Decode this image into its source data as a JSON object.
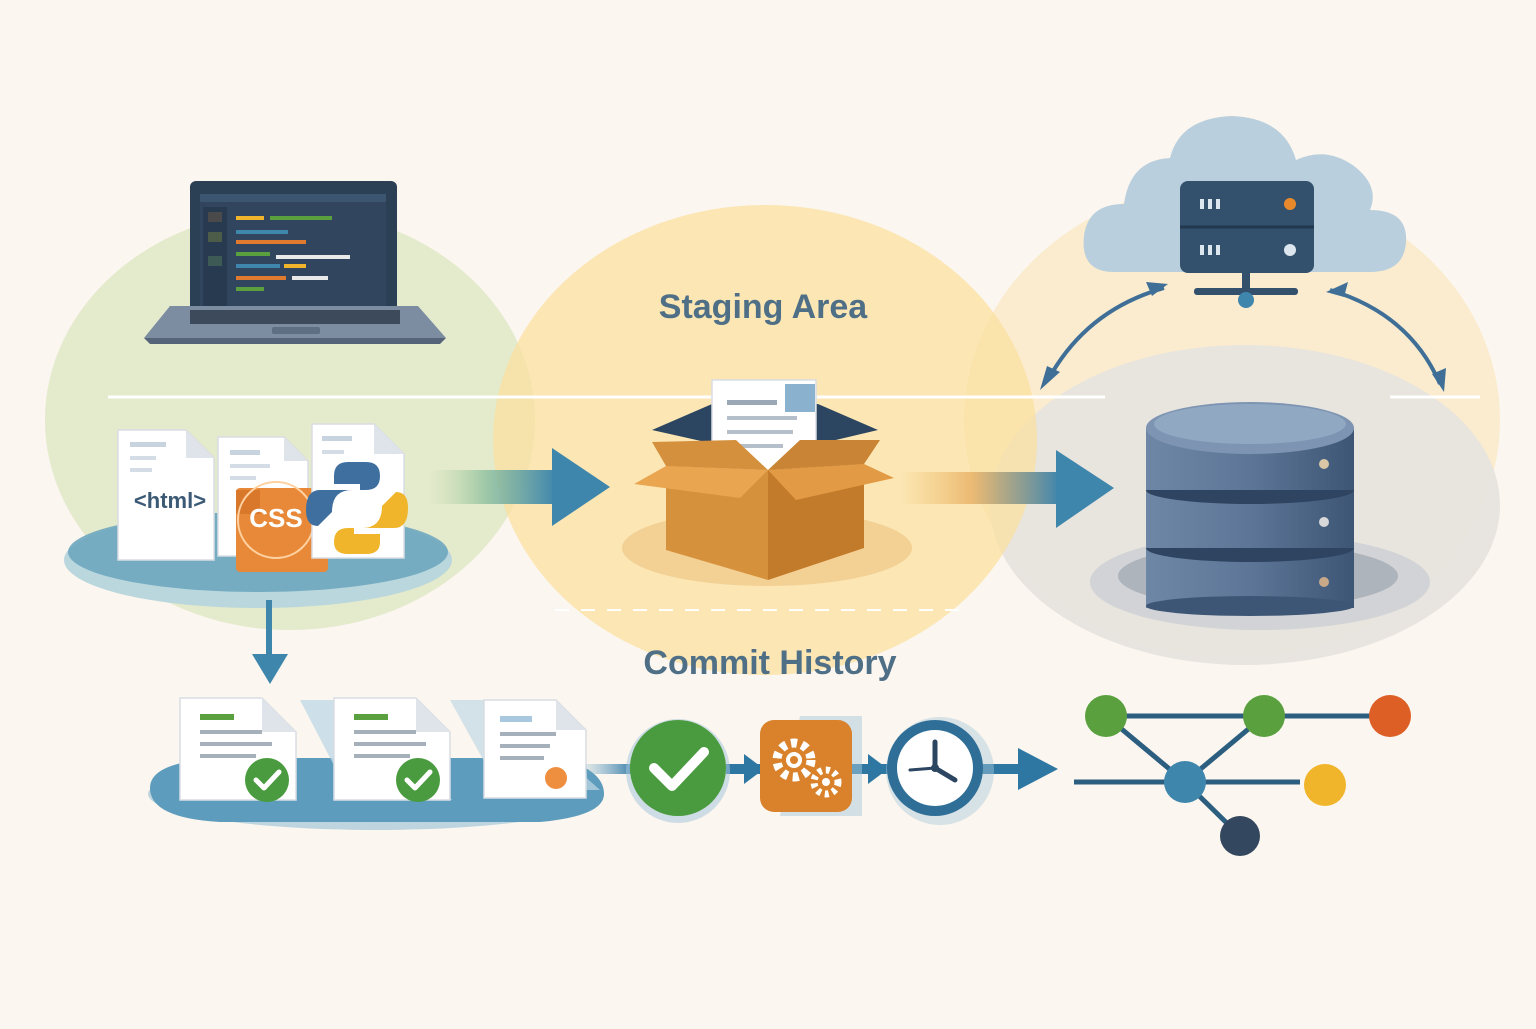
{
  "diagram": {
    "staging_label": "Staging Area",
    "commit_label": "Commit History",
    "file_html_label": "<html>",
    "file_css_label": "CSS"
  },
  "icons": [
    "laptop-icon",
    "html-file-icon",
    "css-file-icon",
    "python-file-icon",
    "document-icon",
    "box-icon",
    "database-icon",
    "cloud-server-icon",
    "check-icon",
    "gear-icon",
    "clock-icon",
    "branch-graph-icon"
  ],
  "colors": {
    "background": "#fbf6ef",
    "working_zone": "#dfe8c5",
    "staging_zone": "#fbe3a8",
    "repo_zone": "#e4e1dc",
    "arrow_blue": "#3f86ad",
    "dark_blue": "#2c5e80",
    "check_green": "#4a9b3f",
    "gear_orange": "#d9822b",
    "node_green": "#5aa03f",
    "node_blue": "#3f86ad",
    "node_orange": "#dd5f25",
    "node_yellow": "#f0b52a",
    "node_navy": "#33475f",
    "label_text": "#4f6f86"
  }
}
